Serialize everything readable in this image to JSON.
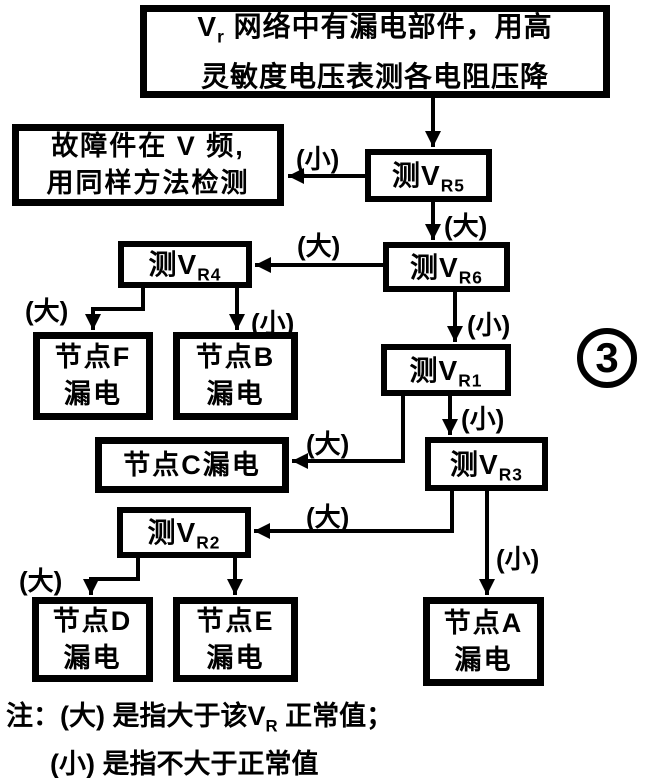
{
  "figure_number": "3",
  "nodes": {
    "start": {
      "l1_pre": "V",
      "l1_sub": "r",
      "l1_rest": " 网络中有漏电部件，用高",
      "line2": "灵敏度电压表测各电阻压降"
    },
    "fault": {
      "line1": "故障件在 V 频,",
      "line2": "用同样方法检测"
    },
    "vr5": {
      "prefix": "测V",
      "sub": "R5"
    },
    "vr6": {
      "prefix": "测V",
      "sub": "R6"
    },
    "vr4": {
      "prefix": "测V",
      "sub": "R4"
    },
    "vr1": {
      "prefix": "测V",
      "sub": "R1"
    },
    "vr3": {
      "prefix": "测V",
      "sub": "R3"
    },
    "vr2": {
      "prefix": "测V",
      "sub": "R2"
    },
    "node_f": {
      "line1": "节点F",
      "line2": "漏电"
    },
    "node_b": {
      "line1": "节点B",
      "line2": "漏电"
    },
    "node_c": {
      "line1": "节点C漏电"
    },
    "node_d": {
      "line1": "节点D",
      "line2": "漏电"
    },
    "node_e": {
      "line1": "节点E",
      "line2": "漏电"
    },
    "node_a": {
      "line1": "节点A",
      "line2": "漏电"
    }
  },
  "edge_labels": {
    "vr5_to_fault": "(小)",
    "vr5_to_vr6": "(大)",
    "vr6_to_vr4": "(大)",
    "vr4_to_node_f": "(大)",
    "vr4_to_node_b": "(小)",
    "vr6_to_vr1": "(小)",
    "vr1_to_node_c": "(大)",
    "vr1_to_vr3": "(小)",
    "vr3_to_vr2": "(大)",
    "vr3_to_node_a": "(小)",
    "vr2_to_node_d": "(大)"
  },
  "note": {
    "l1_pre": "注：(大) 是指大于该V",
    "l1_sub": "R",
    "l1_suf": " 正常值；",
    "line2": "(小) 是指不大于正常值"
  }
}
